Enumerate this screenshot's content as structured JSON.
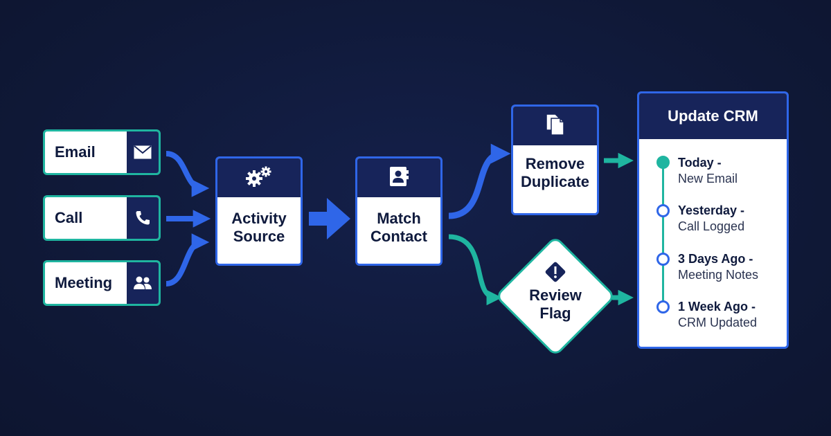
{
  "sources": [
    {
      "label": "Email",
      "icon": "envelope-icon"
    },
    {
      "label": "Call",
      "icon": "phone-icon"
    },
    {
      "label": "Meeting",
      "icon": "people-icon"
    }
  ],
  "nodes": {
    "activity_source": {
      "line1": "Activity",
      "line2": "Source",
      "icon": "gears-icon"
    },
    "match_contact": {
      "line1": "Match",
      "line2": "Contact",
      "icon": "contact-card-icon"
    },
    "remove_duplicate": {
      "line1": "Remove",
      "line2": "Duplicate",
      "icon": "duplicate-files-icon"
    },
    "review_flag": {
      "line1": "Review",
      "line2": "Flag",
      "icon": "warning-icon"
    }
  },
  "crm": {
    "title": "Update CRM",
    "timeline": [
      {
        "when": "Today -",
        "what": "New Email"
      },
      {
        "when": "Yesterday -",
        "what": "Call Logged"
      },
      {
        "when": "3 Days Ago -",
        "what": "Meeting Notes"
      },
      {
        "when": "1 Week Ago -",
        "what": "CRM Updated"
      }
    ]
  },
  "colors": {
    "background": "#101a3a",
    "header": "#17245a",
    "blue": "#2f66e8",
    "teal": "#1fb5a0"
  }
}
